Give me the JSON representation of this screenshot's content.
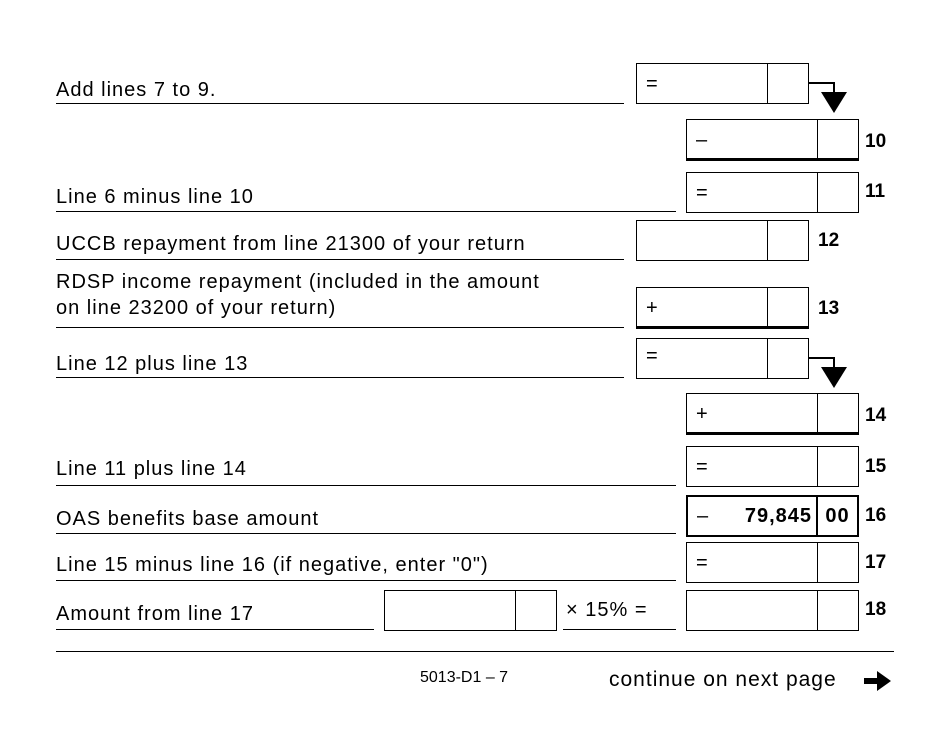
{
  "rows": {
    "l10_label": "Add lines 7 to 9.",
    "l11_label": "Line 6 minus line 10",
    "l12_label": "UCCB repayment from line 21300 of your return",
    "l13_label_1": "RDSP income repayment (included in the amount",
    "l13_label_2": "on line 23200 of your return)",
    "l14_label": "Line 12 plus line 13",
    "l15_label": "Line 11 plus line 14",
    "l16_label": "OAS benefits base amount",
    "l17_label": "Line 15 minus line 16 (if negative, enter \"0\")",
    "l18_label": "Amount from line 17"
  },
  "operators": {
    "add79": "=",
    "l10": "–",
    "l11": "=",
    "l13": "+",
    "add1213": "=",
    "l14": "+",
    "l15": "=",
    "l16": "–",
    "l17": "="
  },
  "line_numbers": {
    "l10": "10",
    "l11": "11",
    "l12": "12",
    "l13": "13",
    "l14": "14",
    "l15": "15",
    "l16": "16",
    "l17": "17",
    "l18": "18"
  },
  "base_amount": {
    "dollars": "79,845",
    "cents": "00"
  },
  "calc_text": "× 15% =",
  "footer": {
    "form_code": "5013-D1 – 7",
    "continue_text": "continue on next page"
  }
}
